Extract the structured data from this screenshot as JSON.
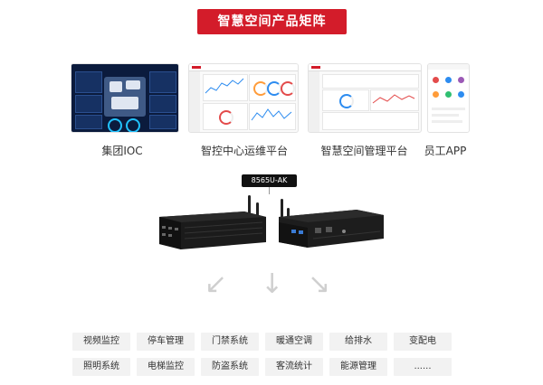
{
  "header": {
    "title": "智慧空间产品矩阵"
  },
  "products": [
    {
      "caption": "集团IOC"
    },
    {
      "caption": "智控中心运维平台"
    },
    {
      "caption": "智慧空间管理平台"
    },
    {
      "caption": "员工APP"
    }
  ],
  "hardware": {
    "model": "8565U-AK"
  },
  "arrows": [
    "↙",
    "↓",
    "↘"
  ],
  "systems": [
    [
      "视频监控",
      "停车管理",
      "门禁系统",
      "暖通空调",
      "给排水",
      "变配电"
    ],
    [
      "照明系统",
      "电梯监控",
      "防盗系统",
      "客流统计",
      "能源管理",
      "......"
    ]
  ],
  "colors": {
    "accent": "#d31c2a",
    "ioc_bg": "#0b1b3d",
    "cell_bg": "#f2f2f2"
  },
  "icons": [
    "router-device-icon",
    "arrow-down-left-icon",
    "arrow-down-icon",
    "arrow-down-right-icon"
  ]
}
